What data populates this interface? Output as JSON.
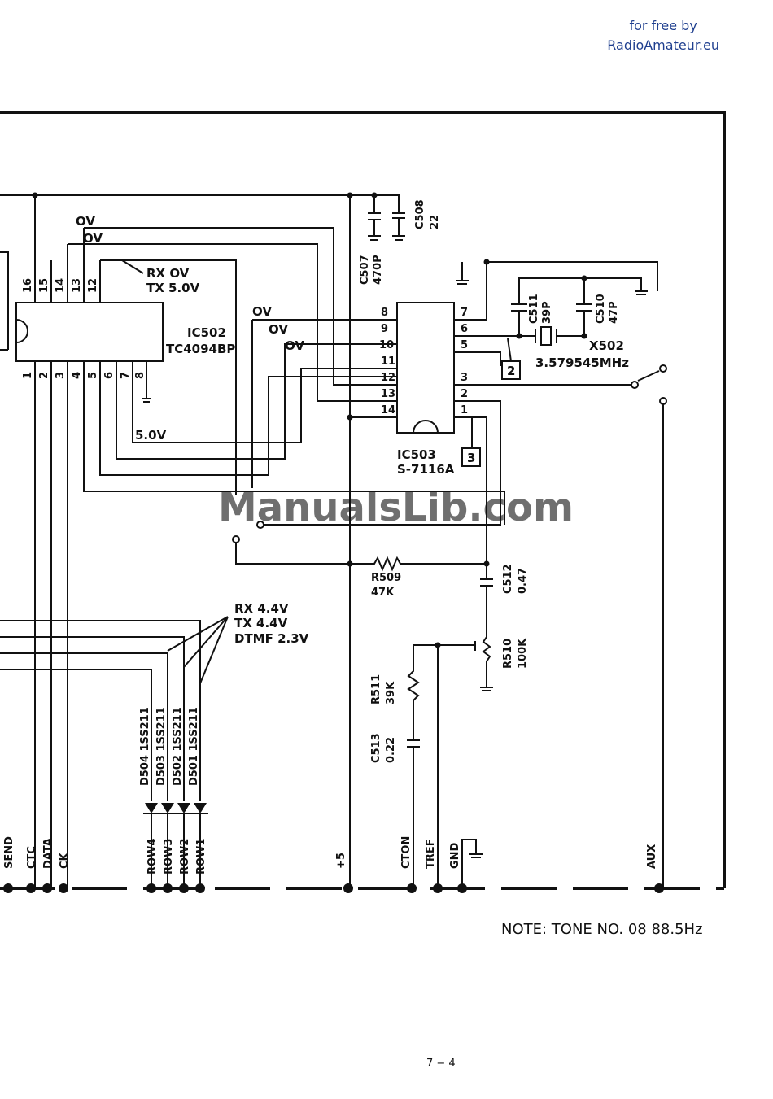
{
  "credit": {
    "line1": "for free by",
    "line2": "RadioAmateur.eu"
  },
  "watermark": "ManualsLib.com",
  "ic502": {
    "ref": "IC502",
    "part": "TC4094BP",
    "top_pins": [
      "16",
      "15",
      "14",
      "13",
      "12"
    ],
    "bottom_pins": [
      "1",
      "2",
      "3",
      "4",
      "5",
      "6",
      "7",
      "8"
    ]
  },
  "ic503": {
    "ref": "IC503",
    "part": "S-7116A",
    "left_pins": [
      "8",
      "9",
      "10",
      "11",
      "12",
      "13",
      "14"
    ],
    "right_pins": [
      "7",
      "6",
      "5",
      "3",
      "2",
      "1"
    ]
  },
  "voltages": {
    "ov": "OV",
    "rx_ov": "RX OV",
    "tx_5v": "TX 5.0V",
    "v5": "5.0V",
    "rx44": "RX 4.4V",
    "tx44": "TX 4.4V",
    "dtmf": "DTMF 2.3V"
  },
  "components": {
    "c507": "C507",
    "c507v": "470P",
    "c508": "C508",
    "c508v": "22",
    "c511": "C511",
    "c511v": "39P",
    "c510": "C510",
    "c510v": "47P",
    "x502": "X502",
    "x502v": "3.579545MHz",
    "r509": "R509",
    "r509v": "47K",
    "c512": "C512",
    "c512v": "0.47",
    "r510": "R510",
    "r510v": "100K",
    "r511": "R511",
    "r511v": "39K",
    "c513": "C513",
    "c513v": "0.22",
    "d504": "D504 1SS211",
    "d503": "D503 1SS211",
    "d502": "D502 1SS211",
    "d501": "D501 1SS211"
  },
  "markers": {
    "m2": "2",
    "m3": "3"
  },
  "connectors": [
    "SEND",
    "CTC",
    "DATA",
    "CK",
    "ROW4",
    "ROW3",
    "ROW2",
    "ROW1",
    "+5",
    "CTON",
    "TREF",
    "GND",
    "AUX"
  ],
  "note": "NOTE: TONE NO. 08 88.5Hz",
  "page_number": "7 − 4"
}
